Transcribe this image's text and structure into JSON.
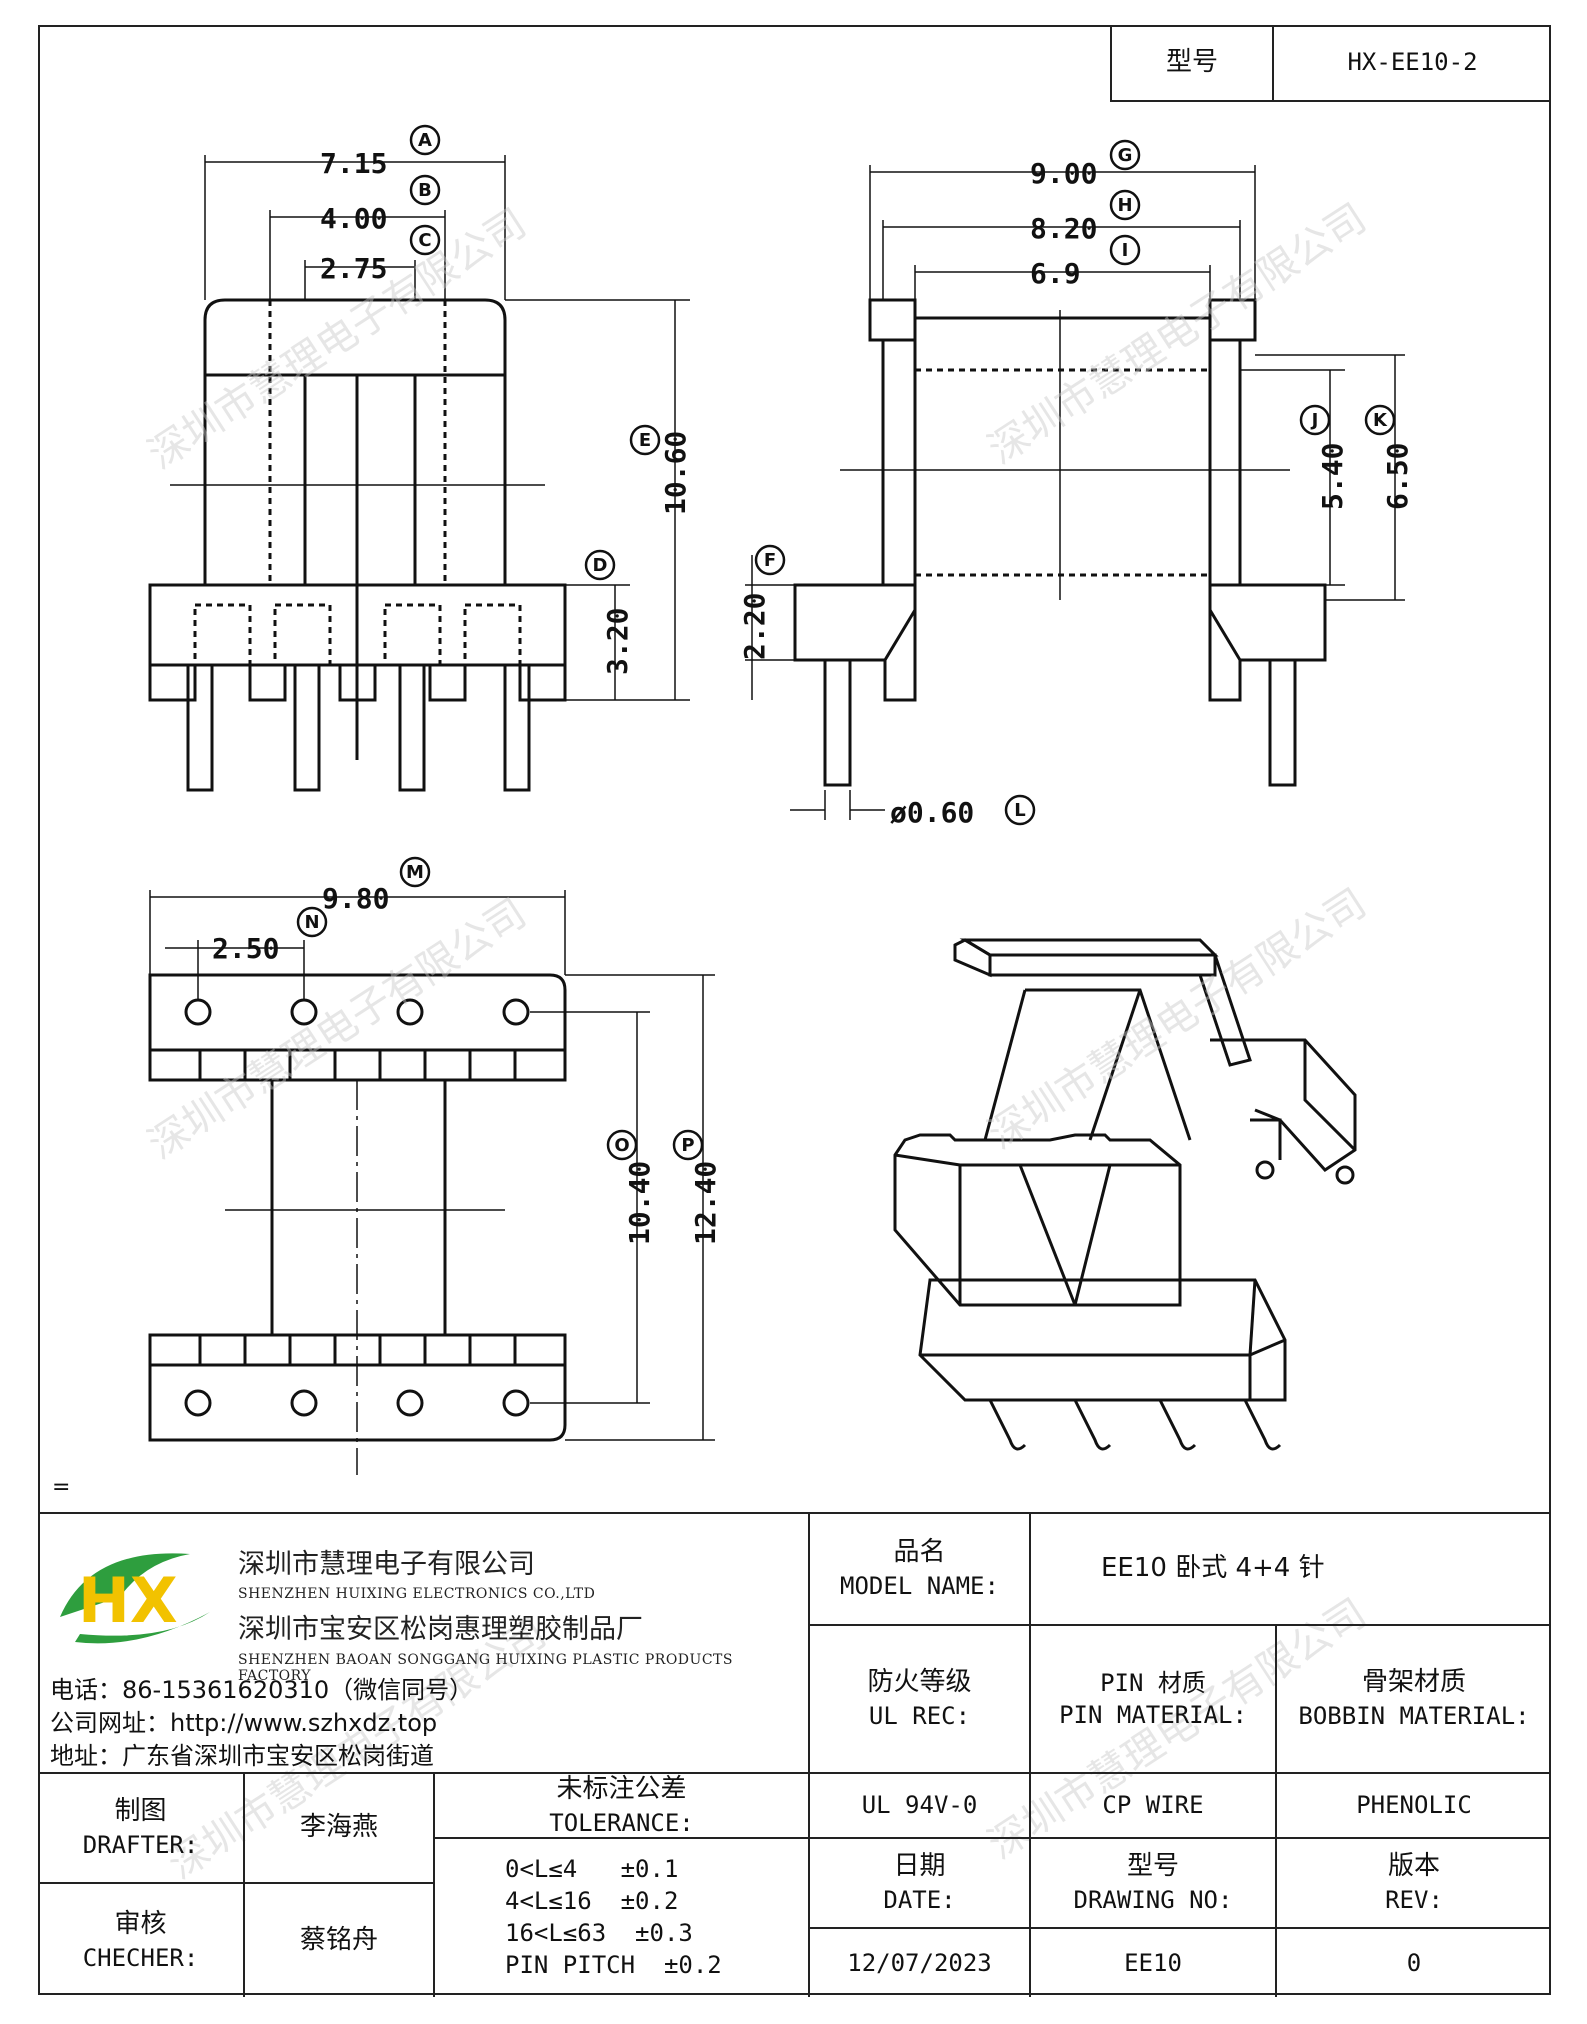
{
  "header": {
    "model_label": "型号",
    "model_value": "HX-EE10-2"
  },
  "dimensions": {
    "A": {
      "value": "7.15",
      "tag": "A"
    },
    "B": {
      "value": "4.00",
      "tag": "B"
    },
    "C": {
      "value": "2.75",
      "tag": "C"
    },
    "D": {
      "value": "3.20",
      "tag": "D"
    },
    "E": {
      "value": "10.60",
      "tag": "E"
    },
    "F": {
      "value": "2.20",
      "tag": "F"
    },
    "G": {
      "value": "9.00",
      "tag": "G"
    },
    "H": {
      "value": "8.20",
      "tag": "H"
    },
    "I": {
      "value": "6.9",
      "tag": "I"
    },
    "J": {
      "value": "5.40",
      "tag": "J"
    },
    "K": {
      "value": "6.50",
      "tag": "K"
    },
    "L": {
      "value": "ø0.60",
      "tag": "L"
    },
    "M": {
      "value": "9.80",
      "tag": "M"
    },
    "N": {
      "value": "2.50",
      "tag": "N"
    },
    "O": {
      "value": "10.40",
      "tag": "O"
    },
    "P": {
      "value": "12.40",
      "tag": "P"
    }
  },
  "watermark": "深圳市慧理电子有限公司",
  "separator_mark": "=",
  "company": {
    "name_cn_1": "深圳市慧理电子有限公司",
    "name_en_1": "SHENZHEN HUIXING ELECTRONICS CO.,LTD",
    "name_cn_2": "深圳市宝安区松岗惠理塑胶制品厂",
    "name_en_2": "SHENZHEN BAOAN SONGGANG HUIXING PLASTIC PRODUCTS FACTORY",
    "phone": "电话：86-15361620310（微信同号）",
    "website": "公司网址：http://www.szhxdz.top",
    "address": "地址：广东省深圳市宝安区松岗街道",
    "logo_letters": "HX",
    "logo_colors": {
      "green": "#2e9e3e",
      "yellow": "#f2c200"
    }
  },
  "model_name": {
    "label_cn": "品名",
    "label_en": "MODEL NAME:",
    "value": "EE10 卧式 4+4 针"
  },
  "ul": {
    "label_cn": "防火等级",
    "label_en": "UL REC:",
    "value": "UL 94V-0"
  },
  "pin_material": {
    "label_cn": "PIN 材质",
    "label_en": "PIN MATERIAL:",
    "value": "CP WIRE"
  },
  "bobbin_material": {
    "label_cn": "骨架材质",
    "label_en": "BOBBIN MATERIAL:",
    "value": "PHENOLIC"
  },
  "drafter": {
    "label_cn": "制图",
    "label_en": "DRAFTER:",
    "value": "李海燕"
  },
  "checker": {
    "label_cn": "审核",
    "label_en": "CHECHER:",
    "value": "蔡铭舟"
  },
  "tolerance": {
    "label_cn": "未标注公差",
    "label_en": "TOLERANCE:",
    "lines": [
      "0<L≤4   ±0.1",
      "4<L≤16  ±0.2",
      "16<L≤63  ±0.3",
      "PIN PITCH  ±0.2"
    ]
  },
  "date": {
    "label_cn": "日期",
    "label_en": "DATE:",
    "value": "12/07/2023"
  },
  "drawing_no": {
    "label_cn": "型号",
    "label_en": "DRAWING NO:",
    "value": "EE10"
  },
  "rev": {
    "label_cn": "版本",
    "label_en": "REV:",
    "value": "0"
  }
}
